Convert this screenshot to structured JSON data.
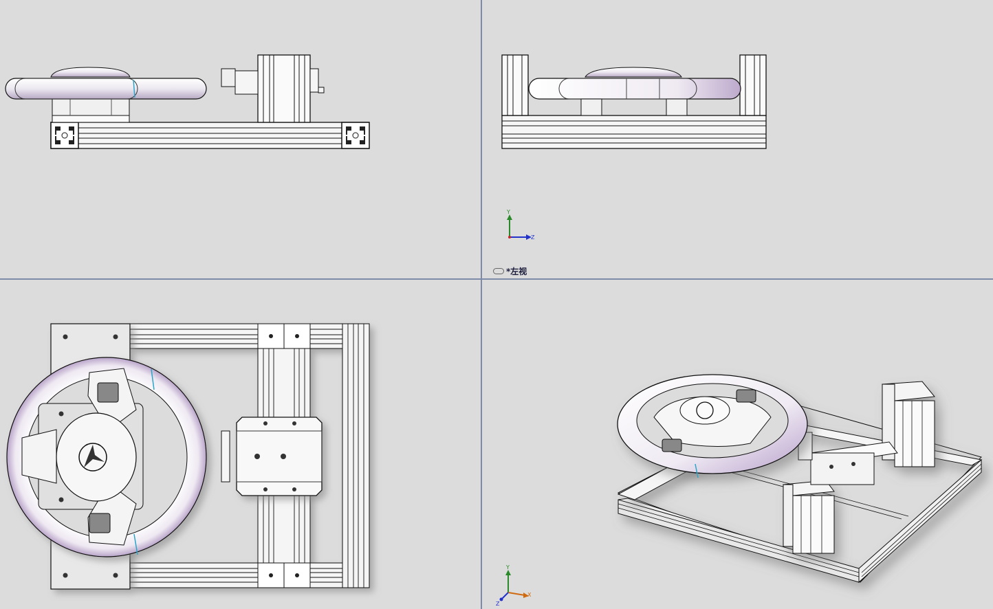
{
  "viewports": {
    "top_left": {
      "name": "front-view"
    },
    "top_right": {
      "name": "left-view",
      "label": "*左视"
    },
    "bottom_left": {
      "name": "top-view"
    },
    "bottom_right": {
      "name": "isometric-view"
    }
  },
  "triads": {
    "left_view": {
      "y": "Y",
      "z": "Z"
    },
    "iso_view": {
      "y": "Y",
      "x": "X",
      "z": "Z"
    }
  },
  "colors": {
    "background": "#dcdcdc",
    "divider": "#7d8aa8",
    "axis_y": "#2a8a2a",
    "axis_z": "#2233cc",
    "axis_x": "#d06a10"
  }
}
